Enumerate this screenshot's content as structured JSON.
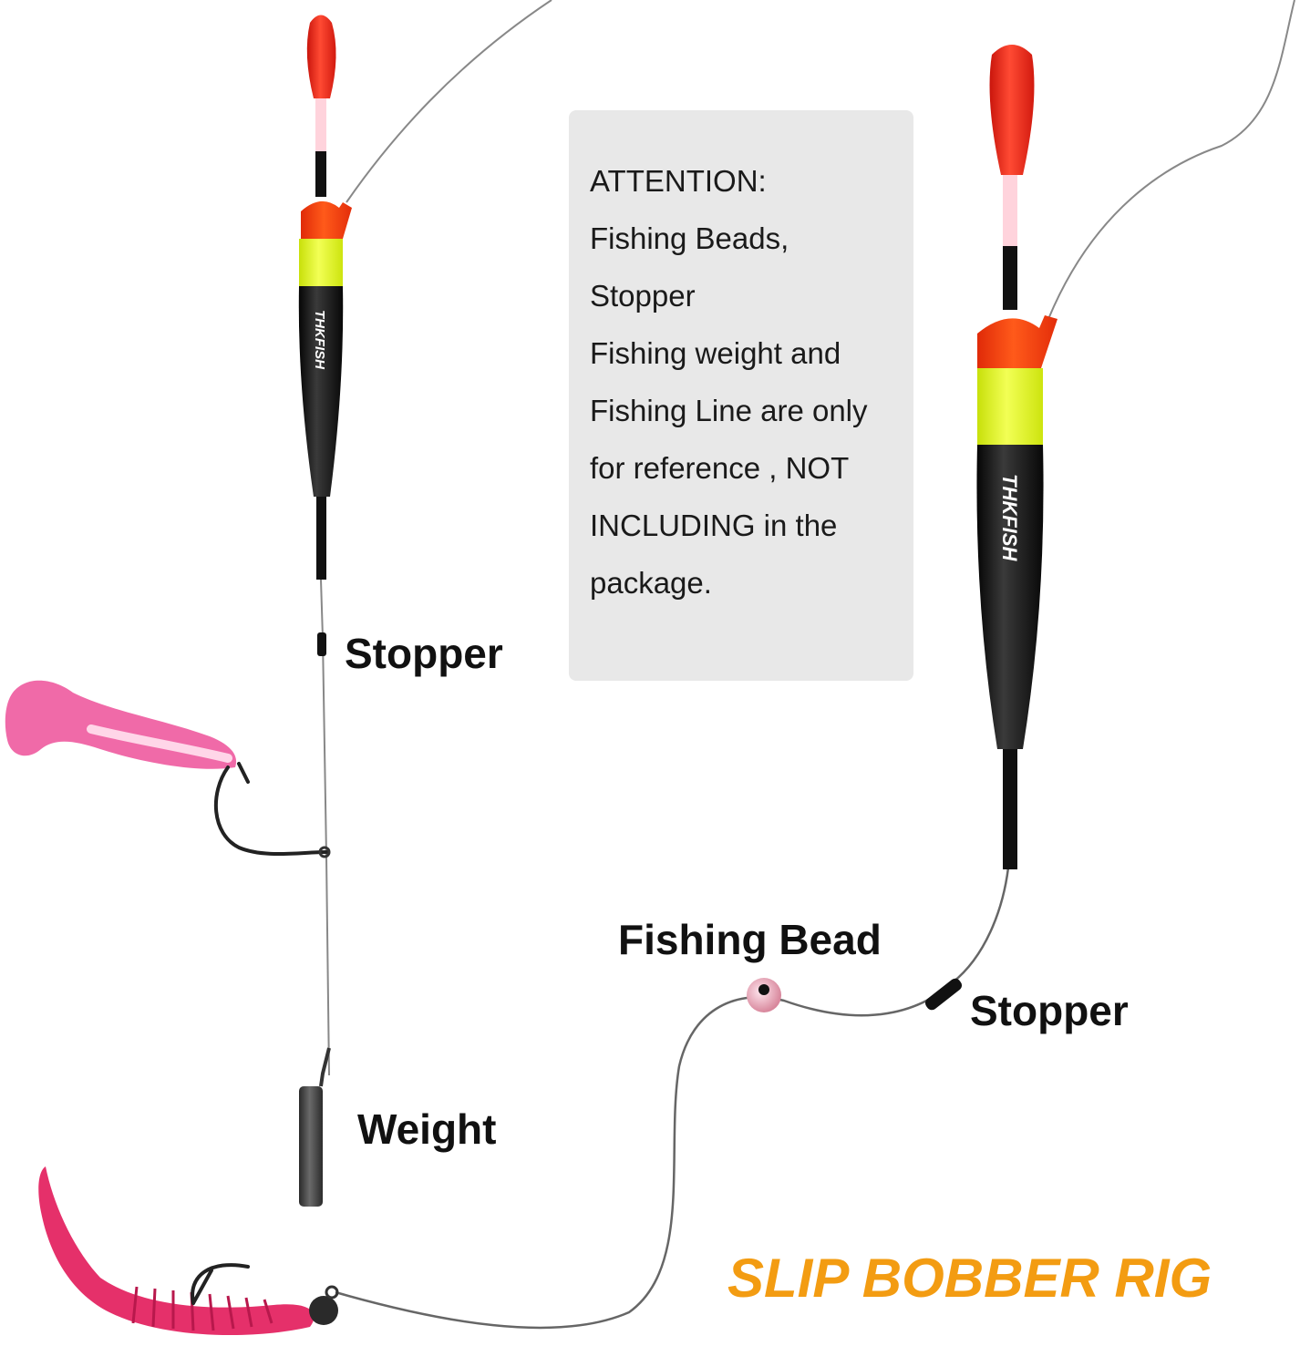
{
  "note": {
    "lines": [
      "ATTENTION:",
      "Fishing Beads,",
      "Stopper",
      "Fishing weight and",
      "Fishing Line are only",
      "for reference , NOT",
      "INCLUDING in the",
      "package."
    ]
  },
  "labels": {
    "stopper_left": "Stopper",
    "weight": "Weight",
    "fishing_bead": "Fishing Bead",
    "stopper_right": "Stopper"
  },
  "title": {
    "text": "SLIP BOBBER RIG",
    "color": "#f39c12"
  },
  "brand": {
    "logo_text": "THKFISH"
  },
  "colors": {
    "float_tip": "#ff2a1a",
    "float_collar": "#ff3a10",
    "float_band": "#e9ff2e",
    "float_body": "#111111",
    "soft_bait_left": "#f06aa8",
    "soft_bait_right": "#e5306a",
    "line": "#777777"
  }
}
